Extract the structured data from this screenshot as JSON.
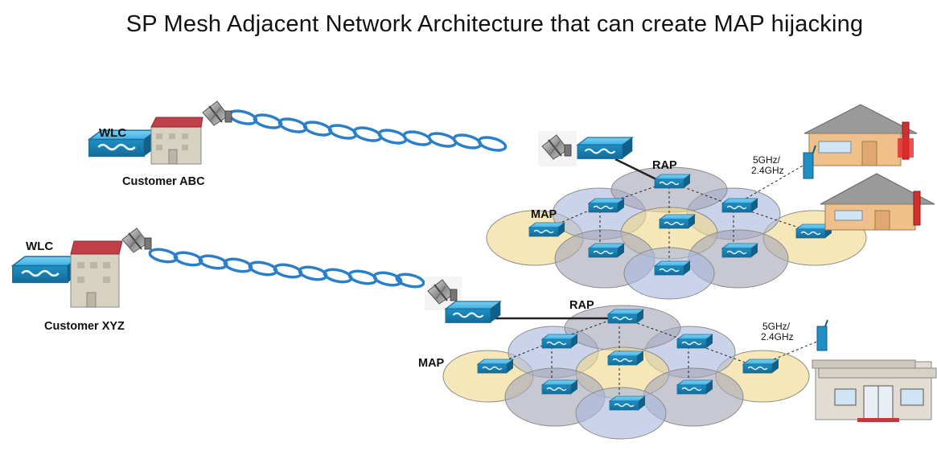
{
  "title": "SP Mesh Adjacent Network Architecture that can create MAP hijacking",
  "site_top": {
    "wlc_label": "WLC",
    "customer_label": "Customer  ABC"
  },
  "site_bottom": {
    "wlc_label": "WLC",
    "customer_label": "Customer  XYZ"
  },
  "mesh_top": {
    "rap_label": "RAP",
    "map_label": "MAP",
    "freq_line1": "5GHz/",
    "freq_line2": "2.4GHz"
  },
  "mesh_bottom": {
    "rap_label": "RAP",
    "map_label": "MAP",
    "freq_line1": "5GHz/",
    "freq_line2": "2.4GHz"
  },
  "colors": {
    "cell_yellow": "#efd98a",
    "cell_blue": "#a9b8dc",
    "cell_gray": "#a6a6b8",
    "device_cyan": "#2a9fd6",
    "house_wall": "#f0c08a",
    "house_roof": "#8a8a8a",
    "building_red_roof": "#c0404a",
    "link_blue": "#2a7fc8"
  },
  "icons": [
    "wlc-controller-icon",
    "customer-building-icon",
    "dish-antenna-icon",
    "wireless-link-icon",
    "mesh-ap-icon",
    "house-icon",
    "store-icon",
    "access-point-icon"
  ]
}
